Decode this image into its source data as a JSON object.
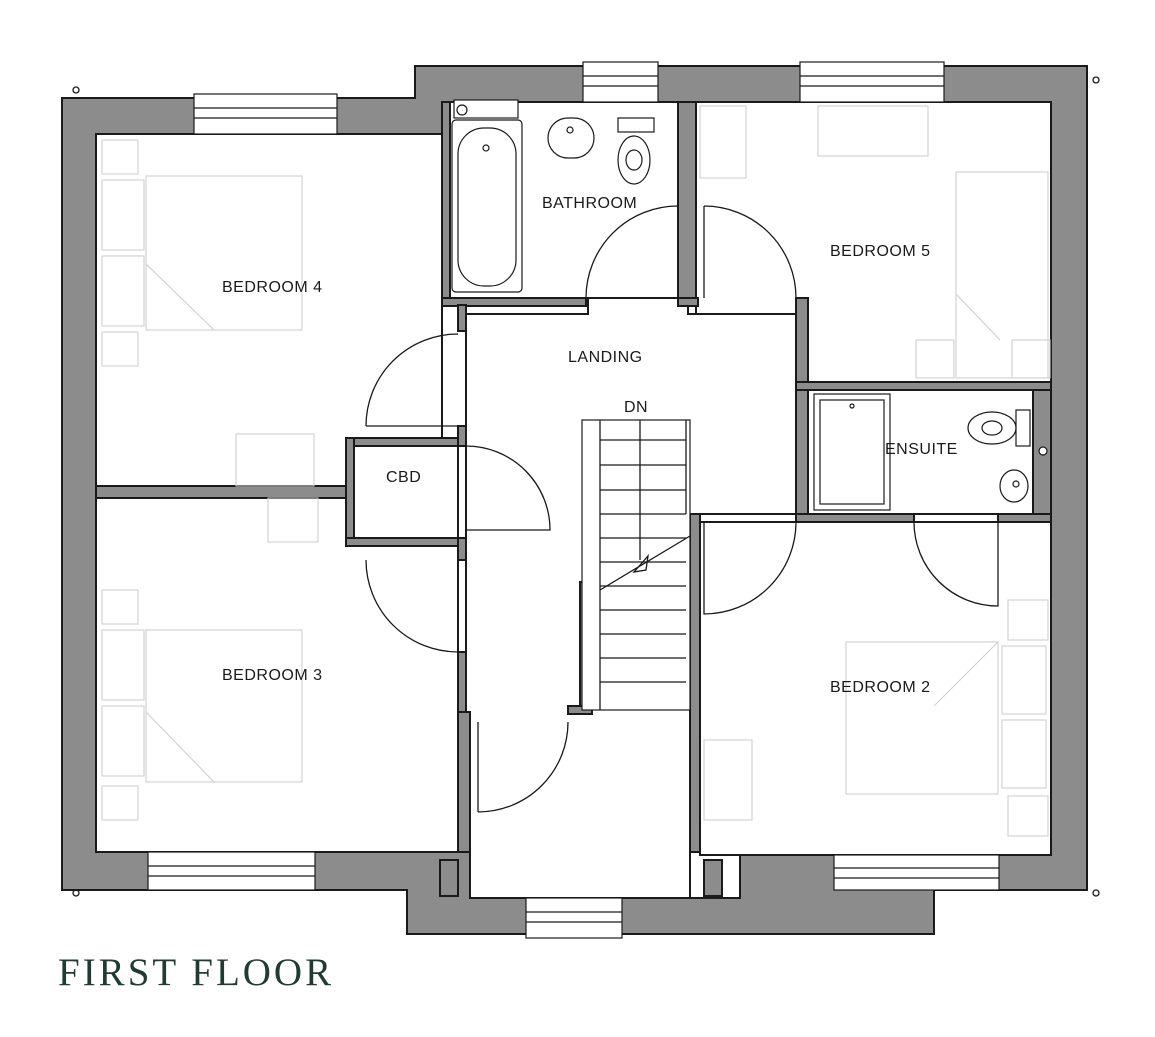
{
  "floor_title": "FIRST FLOOR",
  "rooms": {
    "bathroom": "BATHROOM",
    "bedroom4": "BEDROOM 4",
    "bedroom5": "BEDROOM 5",
    "landing": "LANDING",
    "stairs_direction": "DN",
    "ensuite": "ENSUITE",
    "cupboard": "CBD",
    "bedroom3": "BEDROOM 3",
    "bedroom2": "BEDROOM 2"
  },
  "colors": {
    "wall_fill": "#8c8c8c",
    "line": "#1a1a1a",
    "furniture": "#cfcfcf",
    "title": "#1f3b33"
  }
}
